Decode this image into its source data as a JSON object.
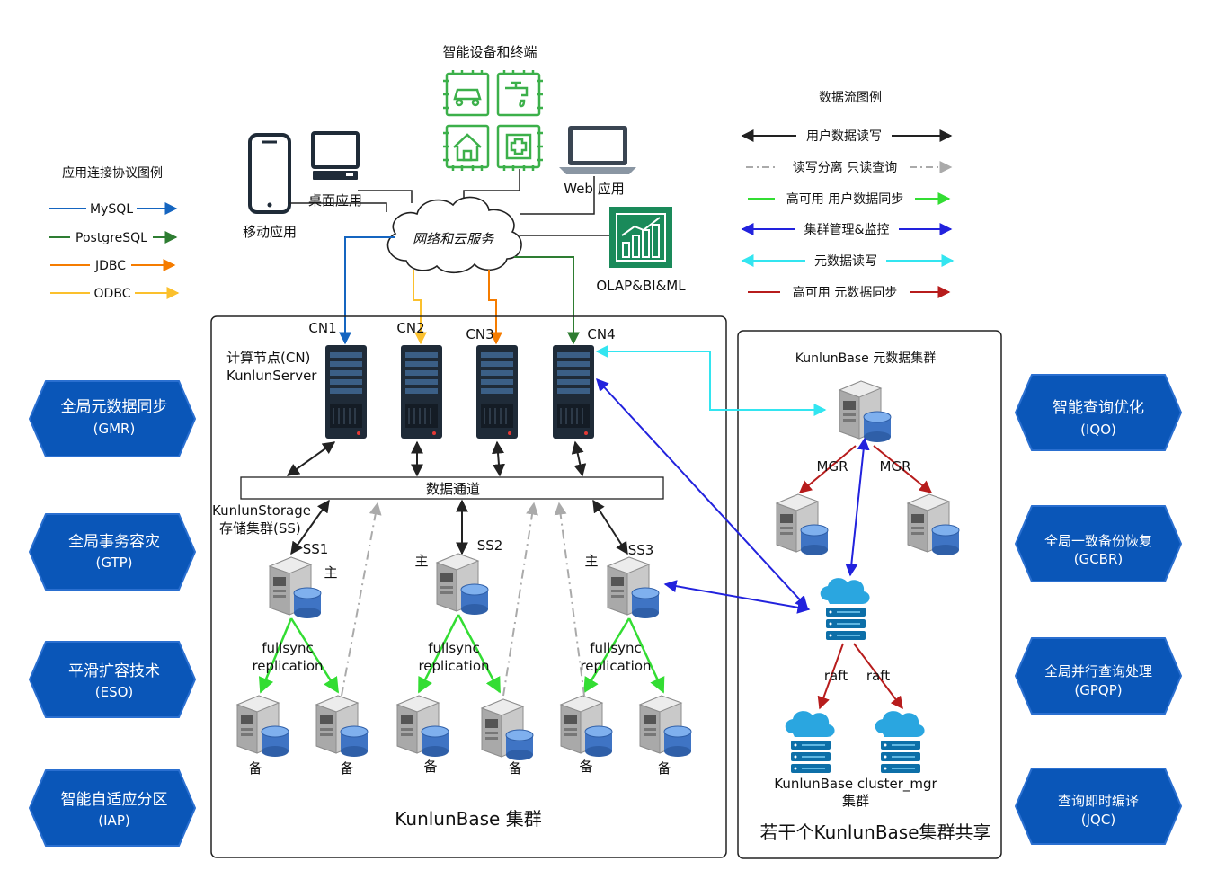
{
  "devices": {
    "smart_devices": "智能设备和终端",
    "desktop_app": "桌面应用",
    "mobile_app": "移动应用",
    "web_app": "Web 应用",
    "olap": "OLAP&BI&ML",
    "network": "网络和云服务"
  },
  "protocol_legend": {
    "title": "应用连接协议图例",
    "items": [
      {
        "label": "MySQL",
        "color": "#1565c0"
      },
      {
        "label": "PostgreSQL",
        "color": "#2e7d32"
      },
      {
        "label": "JDBC",
        "color": "#f57c00"
      },
      {
        "label": "ODBC",
        "color": "#fbc02d"
      }
    ]
  },
  "dataflow_legend": {
    "title": "数据流图例",
    "items": [
      {
        "label": "用户数据读写",
        "color": "#222222",
        "style": "solid-both"
      },
      {
        "label": "读写分离 只读查询",
        "color": "#999999",
        "style": "dashdot-right"
      },
      {
        "label": "高可用 用户数据同步",
        "color": "#33dd33",
        "style": "solid-right"
      },
      {
        "label": "集群管理&监控",
        "color": "#2222dd",
        "style": "solid-both"
      },
      {
        "label": "元数据读写",
        "color": "#33e5f0",
        "style": "solid-both"
      },
      {
        "label": "高可用 元数据同步",
        "color": "#b71c1c",
        "style": "solid-right"
      }
    ]
  },
  "cluster": {
    "title": "KunlunBase 集群",
    "cn_labels": [
      "CN1",
      "CN2",
      "CN3",
      "CN4"
    ],
    "cn_title_line1": "计算节点(CN)",
    "cn_title_line2": "KunlunServer",
    "data_channel": "数据通道",
    "ss_title_line1": "KunlunStorage",
    "ss_title_line2": "存储集群(SS)",
    "ss_labels": [
      "SS1",
      "SS2",
      "SS3"
    ],
    "primary": "主",
    "backup": "备",
    "fullsync_line1": "fullsync",
    "fullsync_line2": "replication"
  },
  "meta": {
    "title": "KunlunBase 元数据集群",
    "mgr": "MGR",
    "raft": "raft",
    "cm_line1": "KunlunBase cluster_mgr",
    "cm_line2": "集群",
    "shared": "若干个KunlunBase集群共享"
  },
  "left_features": [
    {
      "line1": "全局元数据同步",
      "line2": "(GMR)"
    },
    {
      "line1": "全局事务容灾",
      "line2": "(GTP)"
    },
    {
      "line1": "平滑扩容技术",
      "line2": "(ESO)"
    },
    {
      "line1": "智能自适应分区",
      "line2": "(IAP)"
    }
  ],
  "right_features": [
    {
      "line1": "智能查询优化",
      "line2": "(IQO)"
    },
    {
      "line1": "全局一致备份恢复",
      "line2": "(GCBR)"
    },
    {
      "line1": "全局并行查询处理",
      "line2": "(GPQP)"
    },
    {
      "line1": "查询即时编译",
      "line2": "(JQC)"
    }
  ],
  "colors": {
    "hexagon": "#0a56b8",
    "hexagon_border": "#2a6fd0",
    "device_green": "#3cb04a",
    "olap_green": "#1a8a5a",
    "server_dark": "#1f2b38",
    "cloud_blue": "#2aa6e0"
  }
}
